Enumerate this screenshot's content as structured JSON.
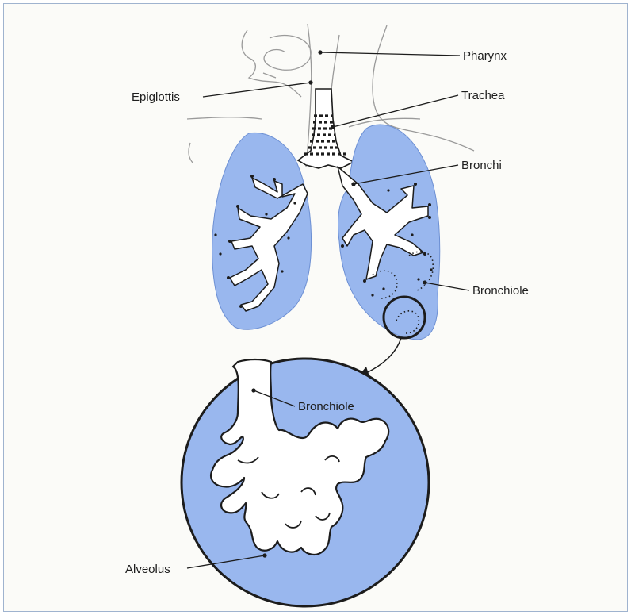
{
  "diagram": {
    "colors": {
      "lung": "#99b7ee",
      "lung_edge": "#6c8fd3",
      "ink": "#1c1c1c",
      "airway": "#ffffff",
      "sketch": "#9a9a9a"
    },
    "labels": {
      "pharynx": "Pharynx",
      "epiglottis": "Epiglottis",
      "trachea": "Trachea",
      "bronchi": "Bronchi",
      "bronchiole": "Bronchiole",
      "bronchiole_detail": "Bronchiole",
      "alveolus": "Alveolus"
    }
  }
}
